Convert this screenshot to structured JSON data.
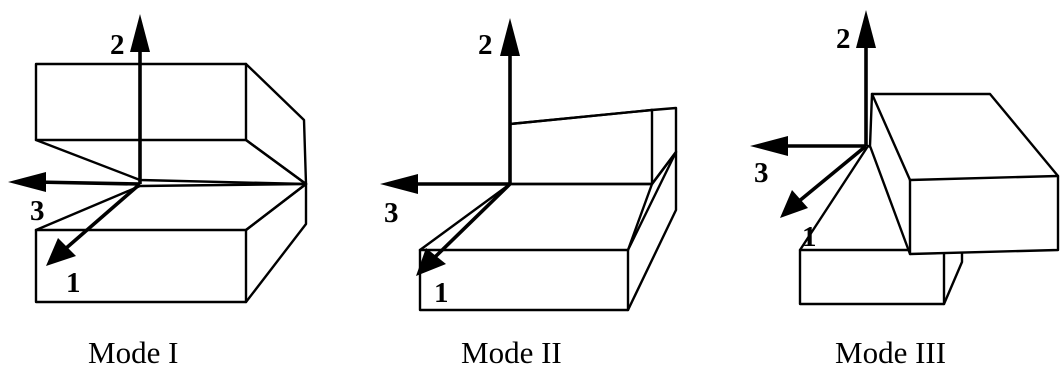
{
  "panels": [
    {
      "caption": "Mode I",
      "axes": {
        "a1": "1",
        "a2": "2",
        "a3": "3"
      }
    },
    {
      "caption": "Mode II",
      "axes": {
        "a1": "1",
        "a2": "2",
        "a3": "3"
      }
    },
    {
      "caption": "Mode III",
      "axes": {
        "a1": "1",
        "a2": "2",
        "a3": "3"
      }
    }
  ]
}
